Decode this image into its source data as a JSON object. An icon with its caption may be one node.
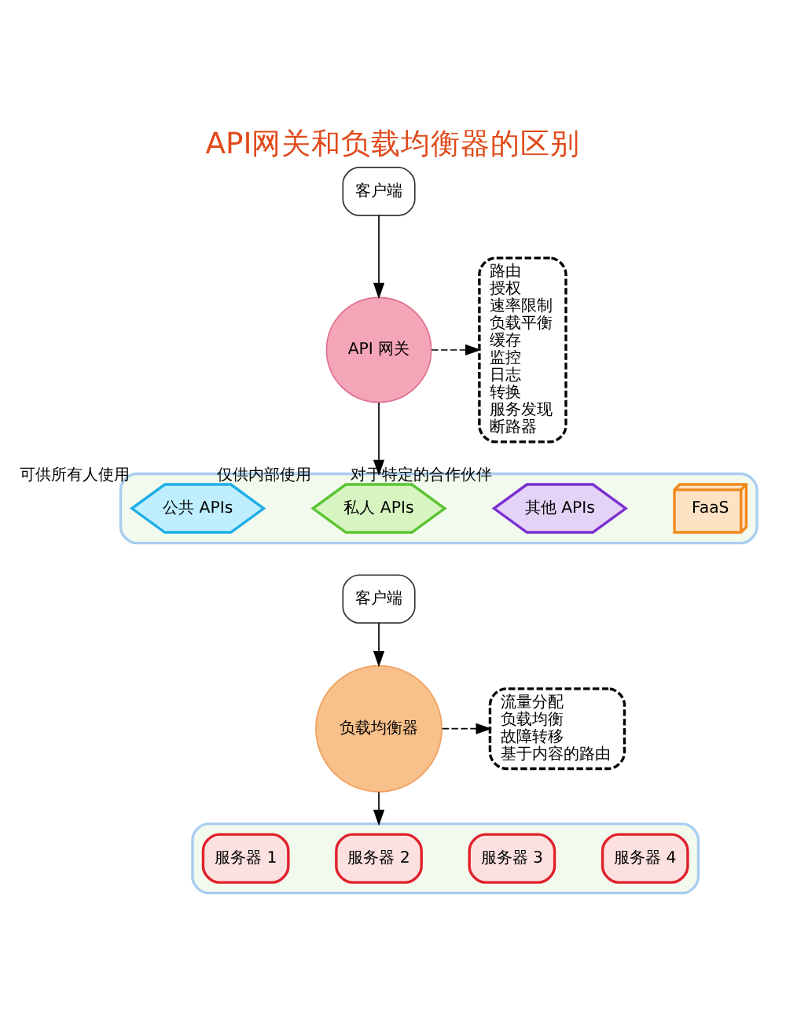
{
  "diagram": {
    "title": "API网关和负载均衡器的区别",
    "nodes": [
      {
        "text": [
          "客户端"
        ]
      },
      {
        "text": [
          "API 网关"
        ]
      },
      {
        "text": [
          "路由",
          "授权",
          "速率限制",
          "负载平衡",
          "缓存",
          "监控",
          "日志",
          "转换",
          "服务发现",
          "断路器"
        ]
      },
      {
        "text": [],
        "shape": "box"
      },
      {
        "text": [
          "公共 APIs"
        ],
        "in": 3,
        "beside": [
          "可供所有人使用"
        ]
      },
      {
        "text": [
          "私人 APIs"
        ],
        "in": 3,
        "beside": [
          "仅供内部使用"
        ]
      },
      {
        "text": [
          "其他 APIs"
        ],
        "in": 3,
        "beside": [
          "对于特定的合作伙伴"
        ]
      },
      {
        "text": [
          "FaaS"
        ],
        "in": 3
      },
      {
        "text": [
          "客户端"
        ]
      },
      {
        "text": [
          "负载均衡器"
        ]
      },
      {
        "text": [
          "流量分配",
          "负载均衡",
          "故障转移",
          "基于内容的路由"
        ]
      },
      {
        "text": [],
        "shape": "box"
      },
      {
        "text": [
          "服务器 1"
        ],
        "in": 11
      },
      {
        "text": [
          "服务器 2"
        ],
        "in": 11
      },
      {
        "text": [
          "服务器 3"
        ],
        "in": 11
      },
      {
        "text": [
          "服务器 4"
        ],
        "in": 11
      }
    ],
    "edges": [
      {
        "from": 0,
        "to": 1,
        "arrow": "to"
      },
      {
        "from": 1,
        "to": 2,
        "arrow": "to",
        "style": "dashed"
      },
      {
        "from": 1,
        "to": 3,
        "arrow": "to"
      },
      {
        "from": 8,
        "to": 9,
        "arrow": "to"
      },
      {
        "from": 9,
        "to": 10,
        "arrow": "to",
        "style": "dashed"
      },
      {
        "from": 9,
        "to": 11,
        "arrow": "to"
      }
    ]
  }
}
